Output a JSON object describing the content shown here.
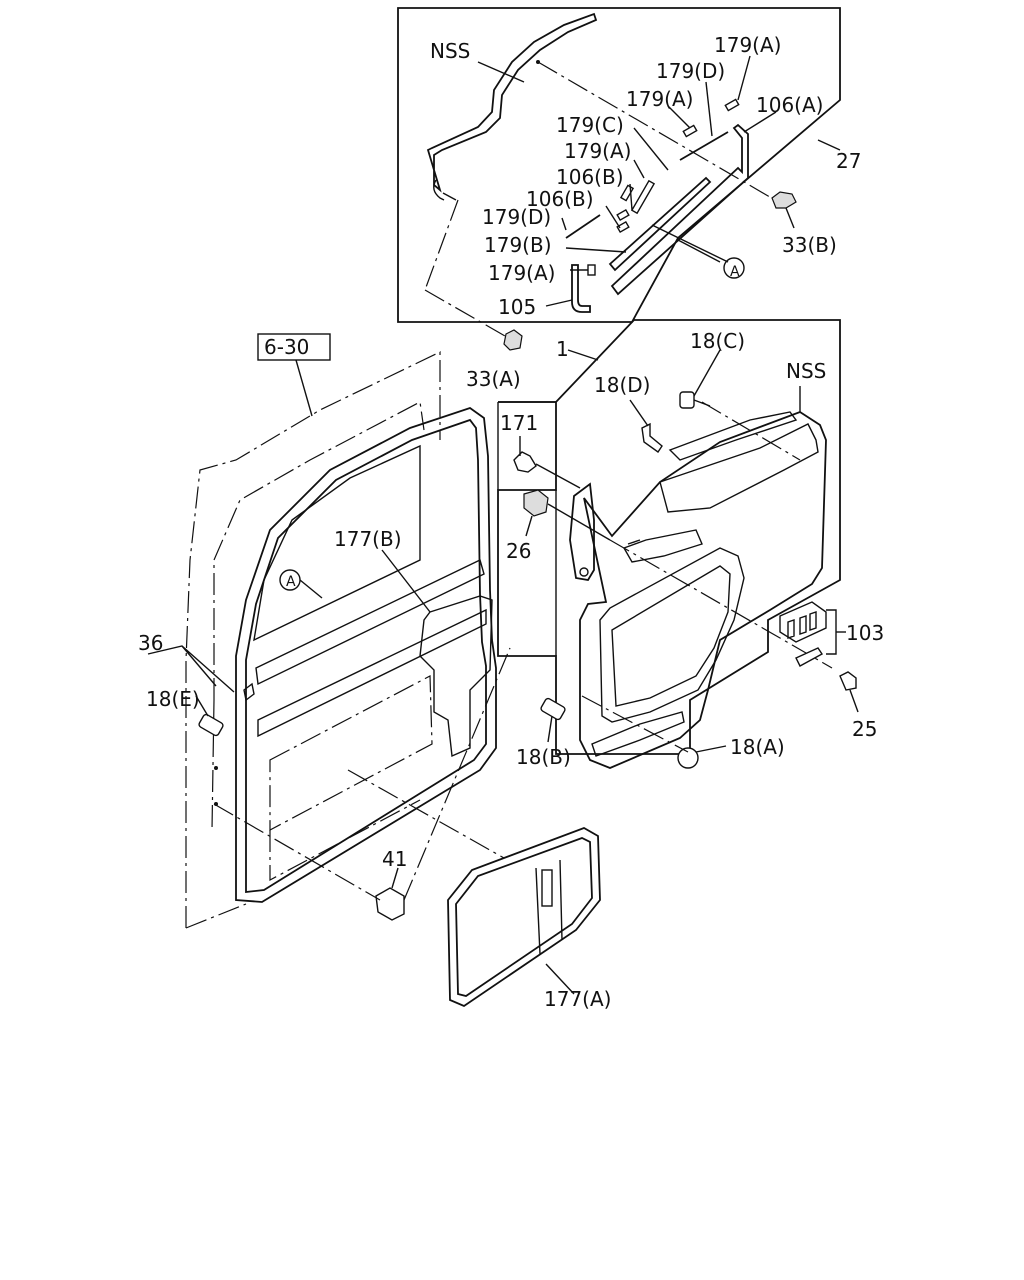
{
  "labels": {
    "nss_top": "NSS",
    "c179a_1": "179(A)",
    "c179d_1": "179(D)",
    "c179a_2": "179(A)",
    "c106a": "106(A)",
    "c179c": "179(C)",
    "c179a_3": "179(A)",
    "c106b_1": "106(B)",
    "c106b_2": "106(B)",
    "c179d_2": "179(D)",
    "c179b": "179(B)",
    "c179a_4": "179(A)",
    "c105": "105",
    "c27": "27",
    "c33b": "33(B)",
    "c33a": "33(A)",
    "circle_a_top": "A",
    "ref_6_30": "6-30",
    "c1": "1",
    "c18c": "18(C)",
    "c18d": "18(D)",
    "nss_right": "NSS",
    "c171": "171",
    "c26": "26",
    "c177b": "177(B)",
    "circle_a_left": "A",
    "c36": "36",
    "c18e": "18(E)",
    "c103": "103",
    "c25": "25",
    "c18a": "18(A)",
    "c18b": "18(B)",
    "c41": "41",
    "c177a": "177(A)"
  }
}
